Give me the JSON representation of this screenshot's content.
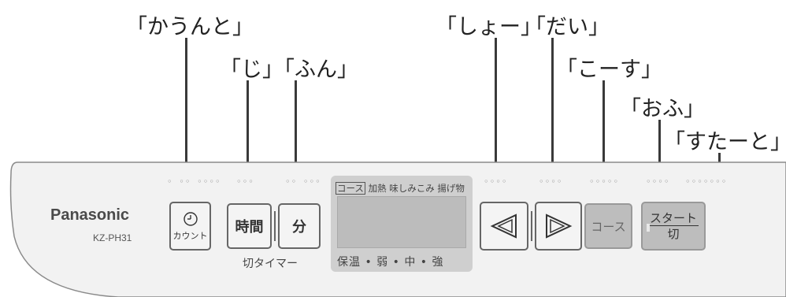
{
  "callouts": {
    "count": "「かうんと」",
    "ji": "「じ」",
    "fun": "「ふん」",
    "shou": "「しょー」",
    "dai": "「だい」",
    "koosu": "「こーす」",
    "ofu": "「おふ」",
    "sutaato": "「すたーと」"
  },
  "panel": {
    "brand": "Panasonic",
    "model": "KZ-PH31",
    "count_button": {
      "icon": "clock-icon",
      "label": "カウント"
    },
    "hour_button": "時間",
    "minute_button": "分",
    "timer_label": "切タイマー",
    "lcd": {
      "course_tag": "コース",
      "modes": "加熱 味しみこみ 揚げ物",
      "levels": "保温 • 弱 • 中 • 強"
    },
    "course_button": "コース",
    "start_button": {
      "top": "スタート",
      "bottom": "切"
    },
    "braille": {
      "count": "◦ ◦◦  ◦◦◦◦",
      "ji": "◦◦◦",
      "fun": "◦◦ ◦◦◦",
      "shou": "◦◦◦◦",
      "dai": "◦◦◦◦",
      "koosu": "◦◦◦◦◦",
      "ofu": "◦◦◦◦",
      "sutaato": "◦◦◦◦◦◦◦"
    }
  },
  "colors": {
    "panel_fill": "#f2f2f2",
    "panel_border": "#8a8a8a",
    "gray_button": "#bdbdbd"
  }
}
